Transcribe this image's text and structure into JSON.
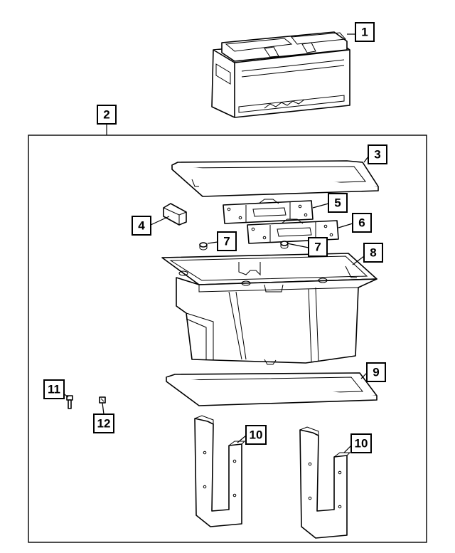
{
  "callouts": {
    "c1": "1",
    "c2": "2",
    "c3": "3",
    "c4": "4",
    "c5": "5",
    "c6": "6",
    "c7a": "7",
    "c7b": "7",
    "c8": "8",
    "c9": "9",
    "c10a": "10",
    "c10b": "10",
    "c11": "11",
    "c12": "12"
  },
  "colors": {
    "line": "#000000",
    "background": "#ffffff"
  }
}
